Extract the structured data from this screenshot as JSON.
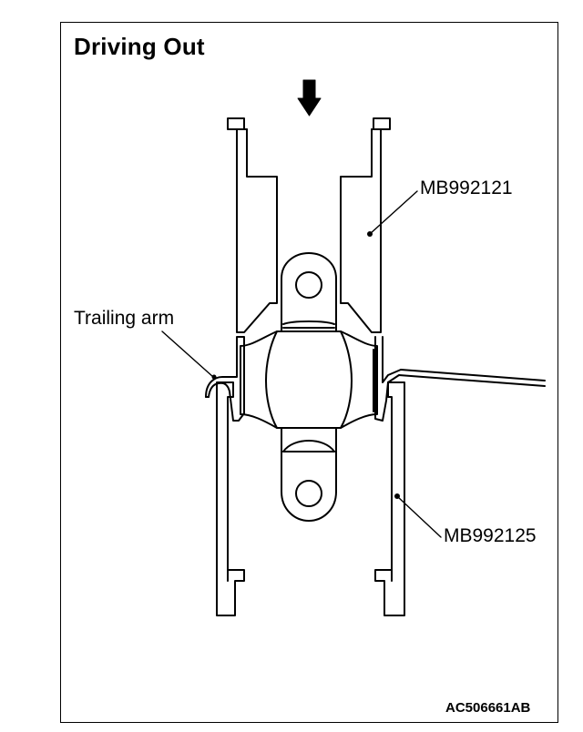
{
  "title": "Driving Out",
  "labels": {
    "tool_upper": "MB992121",
    "trailing_arm": "Trailing arm",
    "tool_lower": "MB992125"
  },
  "figure_code": "AC506661AB"
}
